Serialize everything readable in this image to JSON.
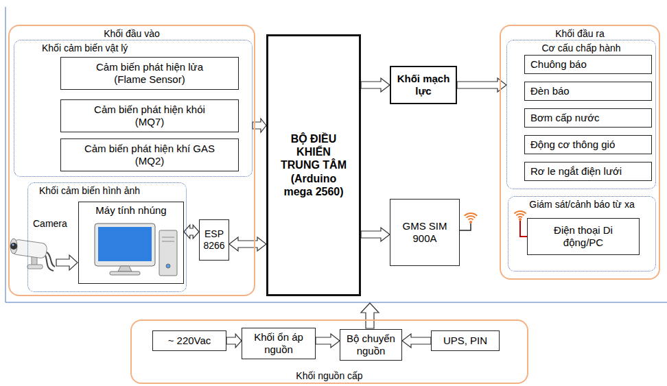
{
  "diagram": {
    "nodes": [
      {
        "text": [
          "Khối đầu vào"
        ]
      },
      {
        "text": [
          "Khối cảm biến vật lý"
        ],
        "in": 0
      },
      {
        "text": [
          "Cảm biến phát hiện lửa (Flame Sensor)"
        ],
        "in": 1
      },
      {
        "text": [
          "Cảm biến phát hiện khói (MQ7)"
        ],
        "in": 1
      },
      {
        "text": [
          "Cảm biến phát hiện khí GAS (MQ2)"
        ],
        "in": 1
      },
      {
        "text": [
          "Khối cảm biến hình ảnh"
        ],
        "in": 0
      },
      {
        "text": [
          "Máy tính nhúng"
        ],
        "in": 5
      },
      {
        "text": [
          "ESP 8266"
        ],
        "in": 0
      },
      {
        "text": [
          "BỘ ĐIỀU KHIỂN TRUNG TÂM (Arduino mega 2560)"
        ]
      },
      {
        "text": [
          "Khối mạch lực"
        ]
      },
      {
        "text": [
          "GMS SIM 900A"
        ]
      },
      {
        "text": [
          "Khối đầu ra"
        ]
      },
      {
        "text": [
          "Cơ cấu chấp hành"
        ],
        "in": 11
      },
      {
        "text": [
          "Chuông báo"
        ],
        "in": 12
      },
      {
        "text": [
          "Đèn báo"
        ],
        "in": 12
      },
      {
        "text": [
          "Bơm cấp nước"
        ],
        "in": 12
      },
      {
        "text": [
          "Động cơ thông gió"
        ],
        "in": 12
      },
      {
        "text": [
          "Rơ le ngắt điện lưới"
        ],
        "in": 12
      },
      {
        "text": [
          "Giám sát/cảnh báo từ xa"
        ],
        "in": 11
      },
      {
        "text": [
          "Điện thoại Di động/PC"
        ],
        "in": 18
      },
      {
        "text": [
          "Khối nguồn cấp"
        ]
      },
      {
        "text": [
          "~ 220Vac"
        ],
        "in": 20
      },
      {
        "text": [
          "Khối ổn áp nguồn"
        ],
        "in": 20
      },
      {
        "text": [
          "Bộ chuyển nguồn"
        ],
        "in": 20
      },
      {
        "text": [
          "UPS, PIN"
        ],
        "in": 20
      }
    ],
    "edges": [
      {
        "from": 1,
        "to": 8,
        "arrow": "to"
      },
      {
        "from": 6,
        "to": 7,
        "arrow": "both"
      },
      {
        "from": 7,
        "to": 8,
        "arrow": "both"
      },
      {
        "from": 8,
        "to": 9,
        "arrow": "to"
      },
      {
        "from": 9,
        "to": 12,
        "arrow": "to"
      },
      {
        "from": 8,
        "to": 10,
        "arrow": "to"
      },
      {
        "from": 21,
        "to": 22,
        "arrow": "to"
      },
      {
        "from": 22,
        "to": 23,
        "arrow": "to"
      },
      {
        "from": 24,
        "to": 23,
        "arrow": "to"
      }
    ],
    "labels": [
      "Camera"
    ]
  }
}
